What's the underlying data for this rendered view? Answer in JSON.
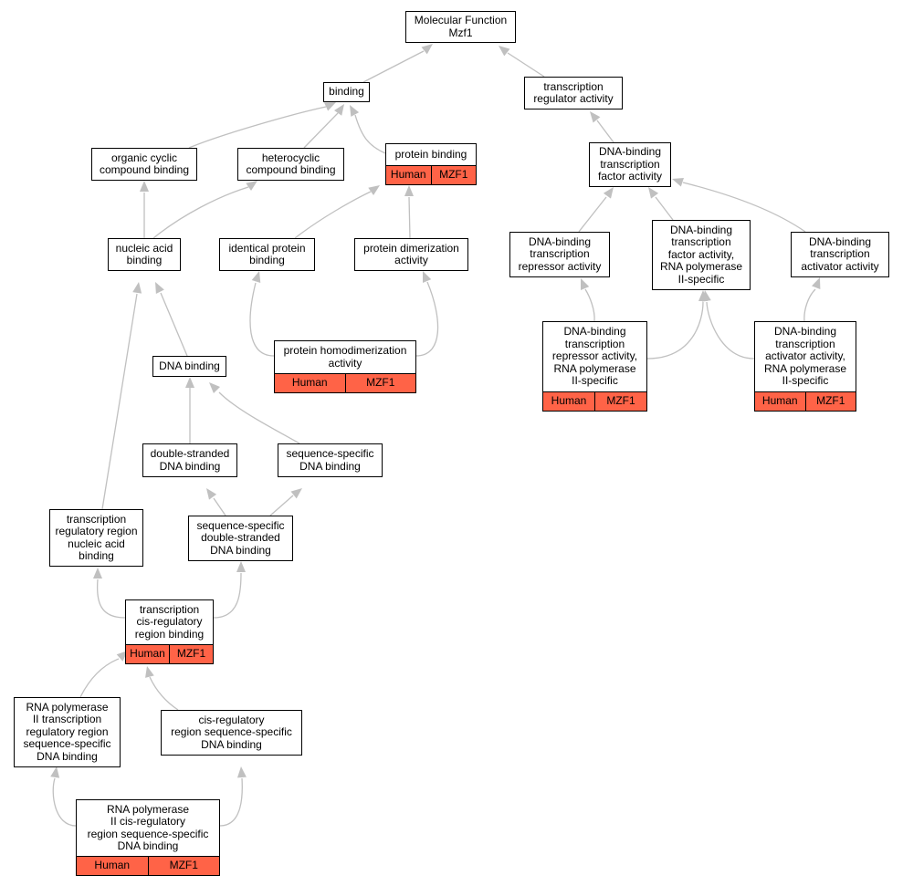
{
  "colors": {
    "edge": "#c0c0c0",
    "annotation": "#ff6347",
    "border": "#000000"
  },
  "nodes": {
    "root": {
      "label": "Molecular Function\nMzf1"
    },
    "binding": {
      "label": "binding"
    },
    "tra": {
      "label": "transcription\nregulator activity"
    },
    "ocb": {
      "label": "organic cyclic\ncompound binding"
    },
    "hcb": {
      "label": "heterocyclic\ncompound binding"
    },
    "pb": {
      "label": "protein binding",
      "annotation": [
        "Human",
        "MZF1"
      ]
    },
    "dbtfa": {
      "label": "DNA-binding\ntranscription\nfactor activity"
    },
    "nab": {
      "label": "nucleic acid\nbinding"
    },
    "ipb": {
      "label": "identical protein\nbinding"
    },
    "pda": {
      "label": "protein dimerization\nactivity"
    },
    "dbtra": {
      "label": "DNA-binding\ntranscription\nrepressor activity"
    },
    "dbtfa2": {
      "label": "DNA-binding\ntranscription\nfactor activity,\nRNA polymerase\nII-specific"
    },
    "dbtaa": {
      "label": "DNA-binding\ntranscription\nactivator activity"
    },
    "phda": {
      "label": "protein homodimerization\nactivity",
      "annotation": [
        "Human",
        "MZF1"
      ]
    },
    "dbtra2": {
      "label": "DNA-binding\ntranscription\nrepressor activity,\nRNA polymerase\nII-specific",
      "annotation": [
        "Human",
        "MZF1"
      ]
    },
    "dbtaa2": {
      "label": "DNA-binding\ntranscription\nactivator activity,\nRNA polymerase\nII-specific",
      "annotation": [
        "Human",
        "MZF1"
      ]
    },
    "dnab": {
      "label": "DNA binding"
    },
    "dsdb": {
      "label": "double-stranded\nDNA binding"
    },
    "ssdb": {
      "label": "sequence-specific\nDNA binding"
    },
    "trrnab": {
      "label": "transcription\nregulatory region\nnucleic acid\nbinding"
    },
    "ssdsdb": {
      "label": "sequence-specific\ndouble-stranded\nDNA binding"
    },
    "tcrrb": {
      "label": "transcription\ncis-regulatory\nregion binding",
      "annotation": [
        "Human",
        "MZF1"
      ]
    },
    "rnap": {
      "label": "RNA polymerase\nII transcription\nregulatory region\nsequence-specific\nDNA binding"
    },
    "crssdb": {
      "label": "cis-regulatory\nregion sequence-specific\nDNA binding"
    },
    "rnapc": {
      "label": "RNA polymerase\nII cis-regulatory\nregion sequence-specific\nDNA binding",
      "annotation": [
        "Human",
        "MZF1"
      ]
    }
  }
}
